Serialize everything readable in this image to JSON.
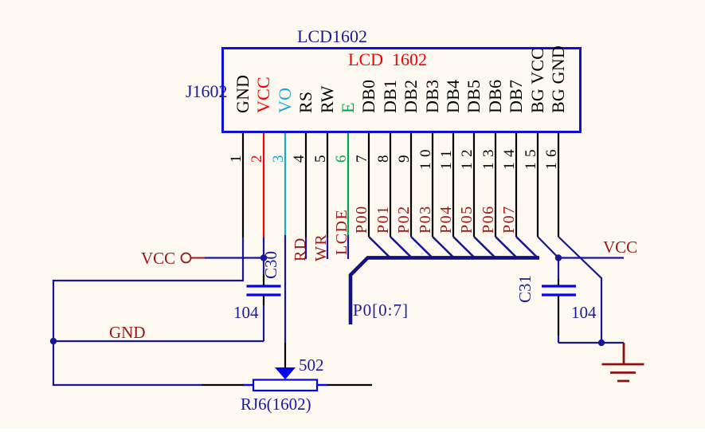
{
  "diagram": {
    "background": "#FDF9F0",
    "colors": {
      "wire_blue": "#171796",
      "component_blue": "#0505E8",
      "box_blue": "#0E0ED6",
      "text_navy": "#1A1A9C",
      "dark_red": "#991717",
      "red": "#F50000",
      "cyan": "#1BA7D6",
      "green": "#00A34F",
      "black": "#000000"
    },
    "connector": {
      "title": "LCD1602",
      "subtitle": "LCD  1602",
      "refdes": "J1602",
      "pins": [
        {
          "number": "1",
          "name": "GND"
        },
        {
          "number": "2",
          "name": "VCC"
        },
        {
          "number": "3",
          "name": "VO"
        },
        {
          "number": "4",
          "name": "RS"
        },
        {
          "number": "5",
          "name": "RW"
        },
        {
          "number": "6",
          "name": "E"
        },
        {
          "number": "7",
          "name": "DB0"
        },
        {
          "number": "8",
          "name": "DB1"
        },
        {
          "number": "9",
          "name": "DB2"
        },
        {
          "number": "10",
          "name": "DB3"
        },
        {
          "number": "11",
          "name": "DB4"
        },
        {
          "number": "12",
          "name": "DB5"
        },
        {
          "number": "13",
          "name": "DB6"
        },
        {
          "number": "14",
          "name": "DB7"
        },
        {
          "number": "15",
          "name": "BG VCC"
        },
        {
          "number": "16",
          "name": "BG GND"
        }
      ]
    },
    "nets": {
      "pin4_label": "RD",
      "pin5_label": "WR",
      "pin6_label": "LCDE",
      "bus_label": "P0[0:7]",
      "bus_bits": [
        "P00",
        "P01",
        "P02",
        "P03",
        "P04",
        "P05",
        "P06",
        "P07"
      ]
    },
    "power": {
      "vcc_left": "VCC",
      "gnd_left": "GND",
      "vcc_right": "VCC"
    },
    "components": {
      "c30": {
        "ref": "C30",
        "value": "104"
      },
      "c31": {
        "ref": "C31",
        "value": "104"
      },
      "pot": {
        "ref": "RJ6(1602)",
        "value": "502"
      }
    }
  }
}
